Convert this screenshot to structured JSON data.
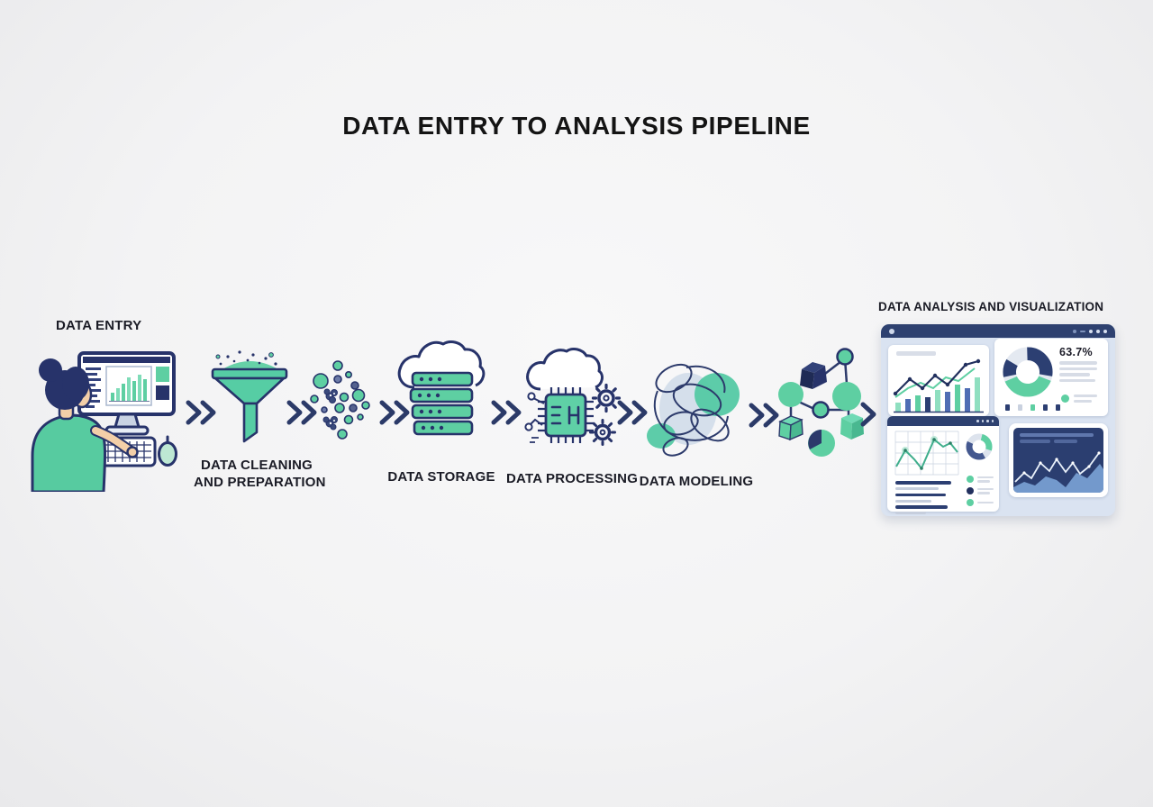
{
  "title": "DATA ENTRY TO ANALYSIS PIPELINE",
  "pipeline": {
    "stages": [
      {
        "label": "DATA ENTRY"
      },
      {
        "label_line1": "DATA CLEANING",
        "label_line2": "AND PREPARATION"
      },
      {
        "label": "DATA STORAGE"
      },
      {
        "label": "DATA PROCESSING"
      },
      {
        "label": "DATA MODELING"
      },
      {
        "label": "DATA ANALYSIS AND VISUALIZATION"
      }
    ]
  },
  "dashboard": {
    "kpi_value": "63.7%"
  },
  "colors": {
    "teal": "#5ECFA2",
    "navy": "#27336A",
    "chevron": "#2B3A68",
    "panel_bg": "#DAE3F1",
    "header_navy": "#2E4170",
    "screen_navy": "#2B3E70",
    "bar_blue": "#5373B8"
  }
}
